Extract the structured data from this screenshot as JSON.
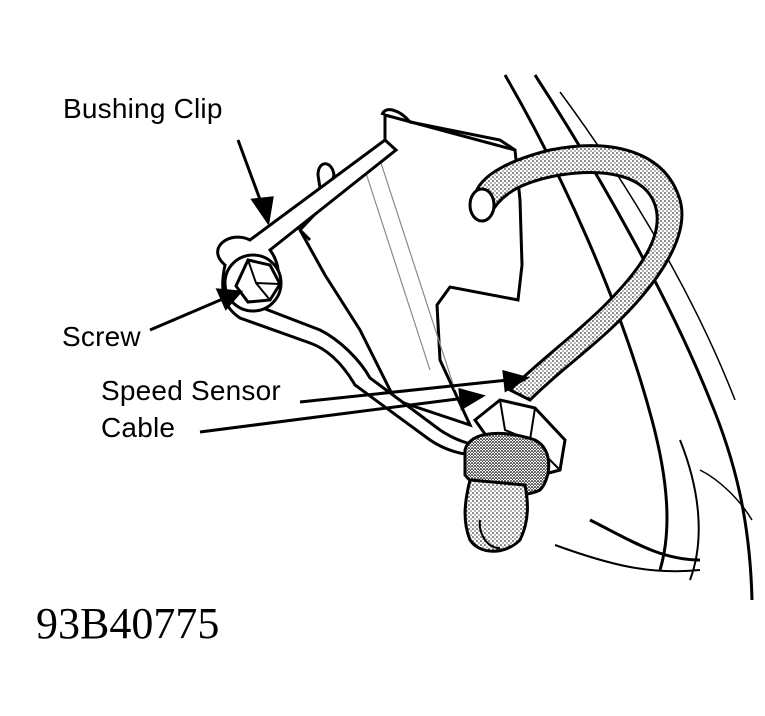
{
  "labels": {
    "bushing_clip": "Bushing Clip",
    "screw": "Screw",
    "speed_sensor_line1": "Speed Sensor",
    "speed_sensor_line2": "Cable"
  },
  "figure_id": "93B40775",
  "colors": {
    "ink": "#000000",
    "paper": "#ffffff",
    "shade": "#8a8a8a"
  }
}
